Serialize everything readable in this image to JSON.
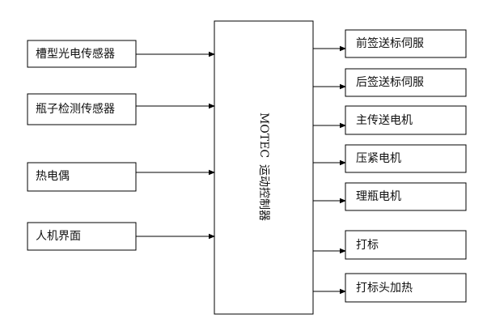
{
  "controller": {
    "label_latin": "MOTEC",
    "label_cjk": "运动控制器"
  },
  "inputs": [
    {
      "label": "槽型光电传感器"
    },
    {
      "label": "瓶子检测传感器"
    },
    {
      "label": "热电偶"
    },
    {
      "label": "人机界面"
    }
  ],
  "outputs": [
    {
      "label": "前签送标伺服"
    },
    {
      "label": "后签送标伺服"
    },
    {
      "label": "主传送电机"
    },
    {
      "label": "压紧电机"
    },
    {
      "label": "理瓶电机"
    },
    {
      "label": "打标"
    },
    {
      "label": "打标头加热"
    }
  ]
}
